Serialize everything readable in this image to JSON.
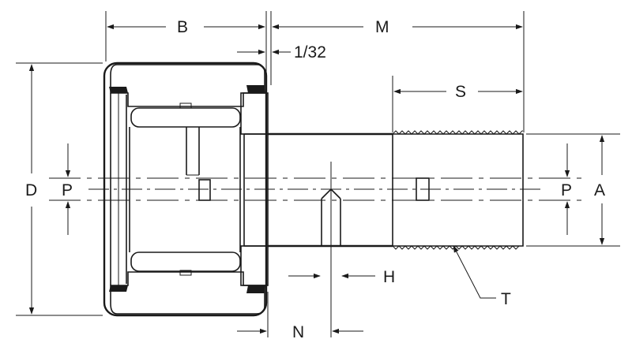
{
  "dimensions": {
    "B": "B",
    "M": "M",
    "fraction": "1/32",
    "S": "S",
    "D": "D",
    "P_left": "P",
    "P_right": "P",
    "A": "A",
    "H": "H",
    "T": "T",
    "N": "N"
  },
  "colors": {
    "ink": "#1a1a1a",
    "background": "#ffffff"
  }
}
